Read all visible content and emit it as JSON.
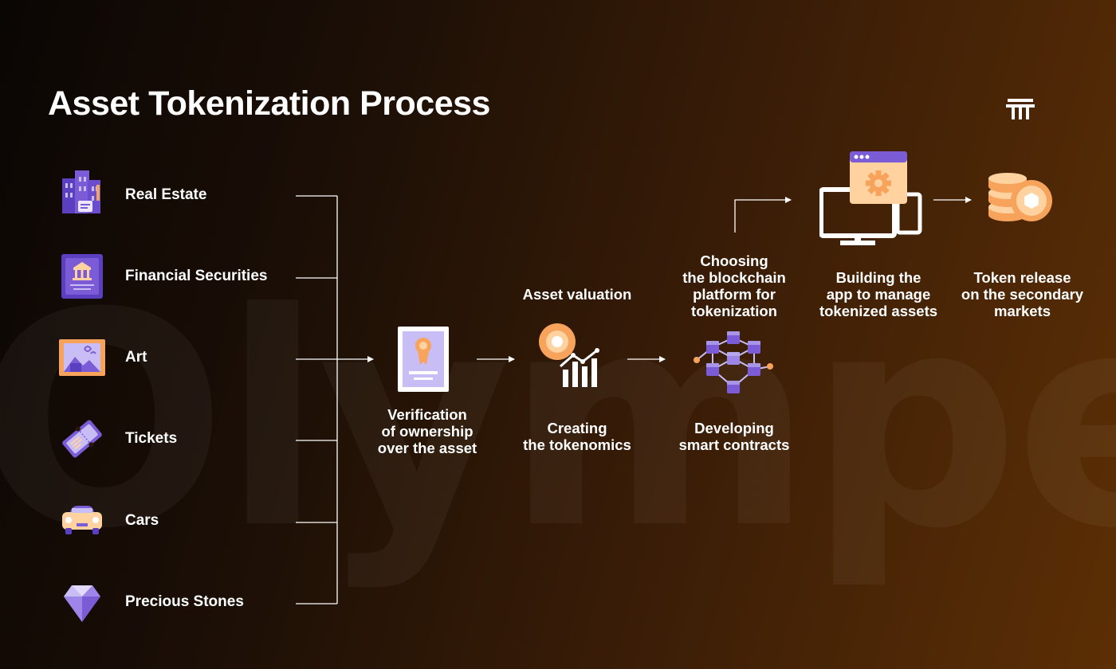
{
  "title": "Asset Tokenization Process",
  "watermark": "Olympex",
  "brand_logo_icon": "column-pillar-icon",
  "assets": [
    {
      "label": "Real Estate",
      "icon": "building-icon"
    },
    {
      "label": "Financial Securities",
      "icon": "bank-document-icon"
    },
    {
      "label": "Art",
      "icon": "painting-icon"
    },
    {
      "label": "Tickets",
      "icon": "ticket-icon"
    },
    {
      "label": "Cars",
      "icon": "car-icon"
    },
    {
      "label": "Precious Stones",
      "icon": "gem-icon"
    }
  ],
  "steps": {
    "verification": {
      "label": "Verification\nof ownership\nover the asset",
      "icon": "certificate-icon"
    },
    "valuation": {
      "label": "Asset valuation"
    },
    "tokenomics": {
      "label": "Creating\nthe tokenomics",
      "icon": "coin-chart-icon"
    },
    "smart_contracts": {
      "label": "Developing\nsmart contracts",
      "icon": "blockchain-cubes-icon"
    },
    "blockchain_platform": {
      "label": "Choosing\nthe blockchain\nplatform for\ntokenization"
    },
    "build_app": {
      "label": "Building the\napp to manage\ntokenized assets",
      "icon": "computer-settings-icon"
    },
    "token_release": {
      "label": "Token release\non the secondary\nmarkets",
      "icon": "coin-stack-icon"
    }
  },
  "colors": {
    "accent_purple": "#7b5bd6",
    "light_purple": "#c9bdf5",
    "accent_orange": "#f7a35c",
    "light_orange": "#ffd2a0",
    "line_white": "#ffffff"
  }
}
